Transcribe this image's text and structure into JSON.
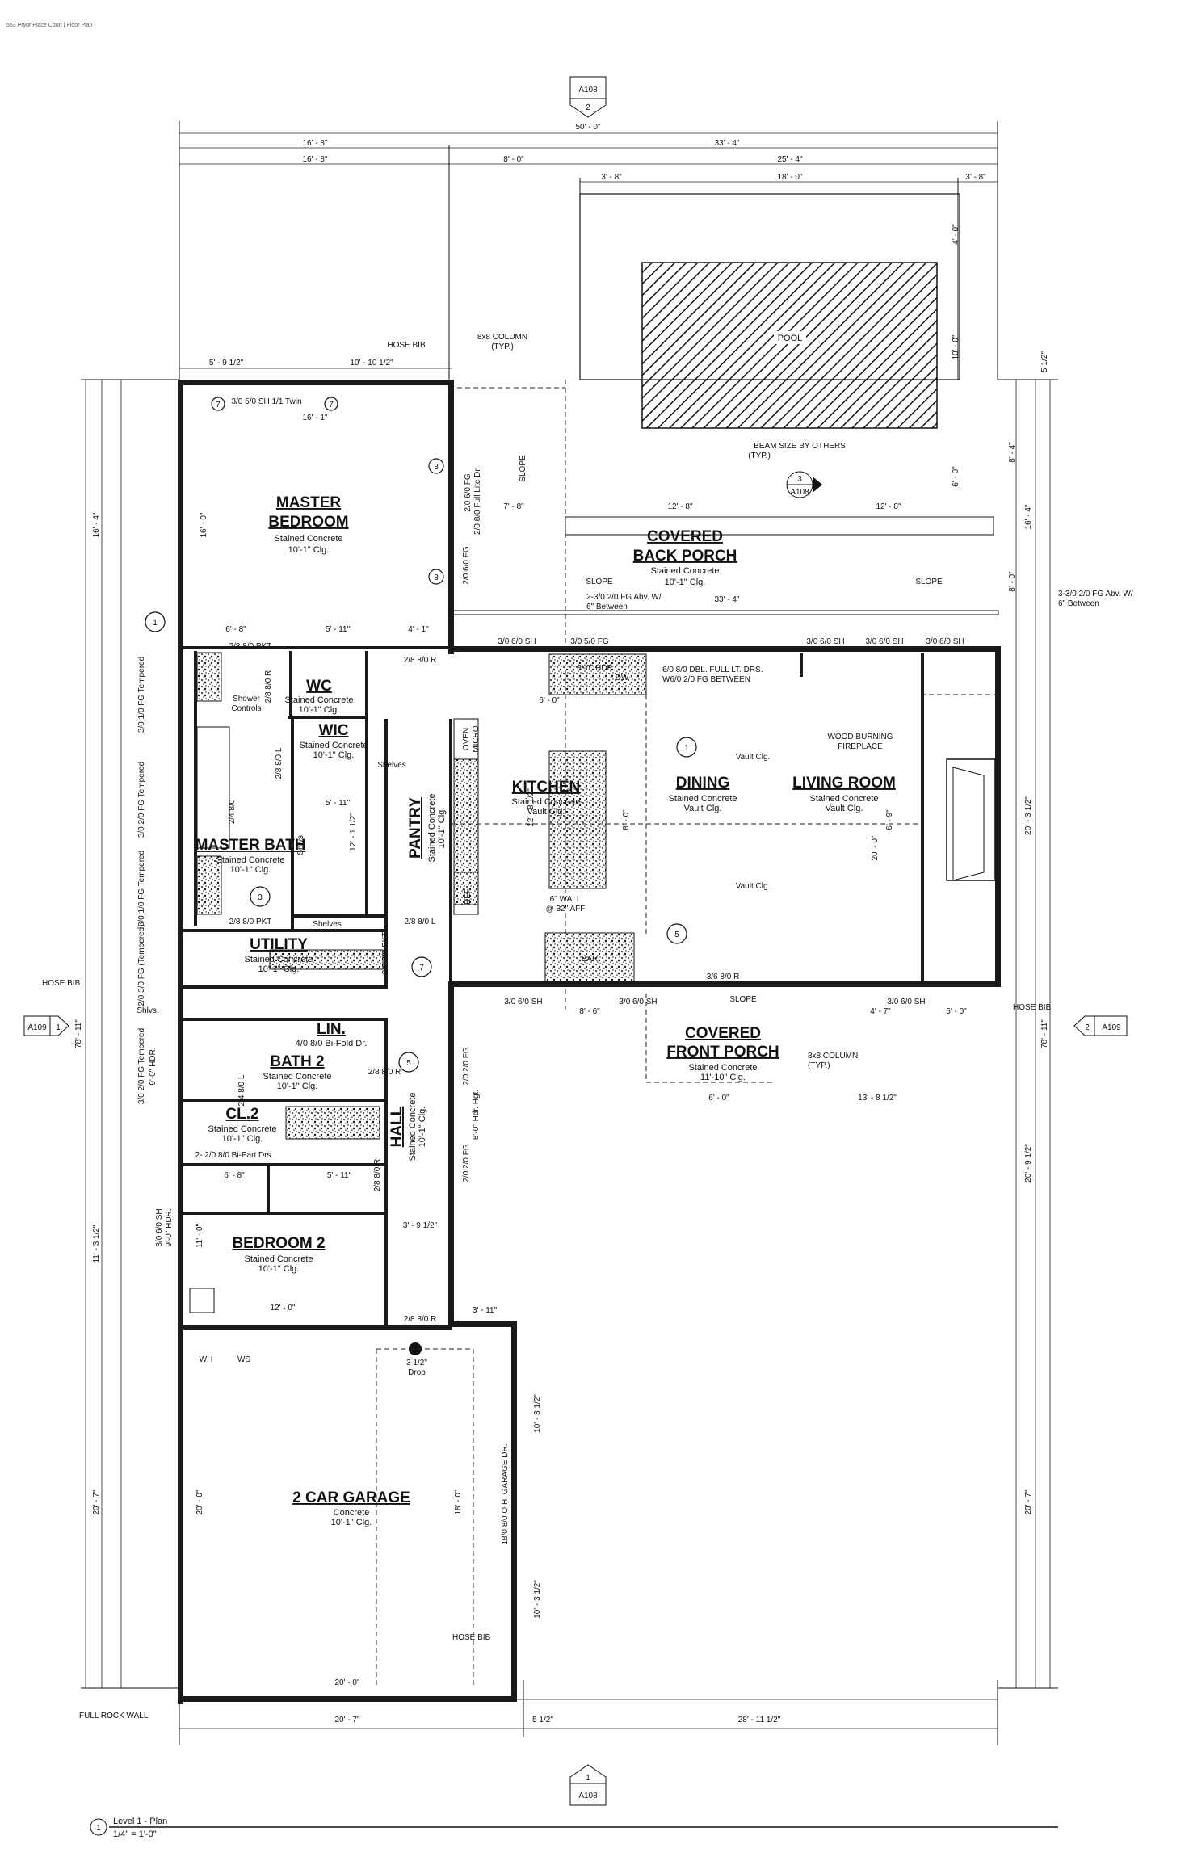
{
  "header": {
    "note": "553 Pryor Place Court | Floor Plan"
  },
  "title_block": {
    "number": "1",
    "title": "Level 1 - Plan",
    "scale": "1/4\" = 1'-0\""
  },
  "section_markers": {
    "top": {
      "sheet": "A108",
      "num": "2"
    },
    "bottom": {
      "sheet": "A108",
      "num": "1"
    },
    "left": {
      "sheet": "A109",
      "num": "1"
    },
    "right": {
      "sheet": "A109",
      "num": "2"
    },
    "beam": {
      "sheet": "A108",
      "num": "3"
    }
  },
  "rooms": {
    "master_bedroom": {
      "name1": "MASTER",
      "name2": "BEDROOM",
      "floor": "Stained Concrete",
      "ceiling": "10'-1\" Clg."
    },
    "wc": {
      "name": "WC",
      "floor": "Stained Concrete",
      "ceiling": "10'-1\" Clg."
    },
    "wic": {
      "name": "WIC",
      "floor": "Stained Concrete",
      "ceiling": "10'-1\" Clg."
    },
    "master_bath": {
      "name": "MASTER BATH",
      "floor": "Stained Concrete",
      "ceiling": "10'-1\" Clg."
    },
    "pantry": {
      "name": "PANTRY",
      "floor": "Stained Concrete",
      "ceiling": "10'-1\" Clg."
    },
    "kitchen": {
      "name": "KITCHEN",
      "floor": "Stained Concrete",
      "ceiling": "Vault Clg."
    },
    "dining": {
      "name": "DINING",
      "floor": "Stained Concrete",
      "ceiling": "Vault Clg."
    },
    "living_room": {
      "name": "LIVING ROOM",
      "floor": "Stained Concrete",
      "ceiling": "Vault Clg."
    },
    "covered_back_porch": {
      "name1": "COVERED",
      "name2": "BACK PORCH",
      "floor": "Stained Concrete",
      "ceiling": "10'-1\" Clg."
    },
    "utility": {
      "name": "UTILITY",
      "floor": "Stained Concrete",
      "ceiling": "10'-1\" Clg."
    },
    "lin": {
      "name": "LIN.",
      "door": "4/0 8/0 Bi-Fold Dr."
    },
    "bath_2": {
      "name": "BATH 2",
      "floor": "Stained Concrete",
      "ceiling": "10'-1\" Clg."
    },
    "cl_2": {
      "name": "CL.2",
      "floor": "Stained Concrete",
      "ceiling": "10'-1\" Clg."
    },
    "hall": {
      "name": "HALL",
      "floor": "Stained Concrete",
      "ceiling": "10'-1\" Clg."
    },
    "bedroom_2": {
      "name": "BEDROOM 2",
      "floor": "Stained Concrete",
      "ceiling": "10'-1\" Clg."
    },
    "covered_front_porch": {
      "name1": "COVERED",
      "name2": "FRONT PORCH",
      "floor": "Stained Concrete",
      "ceiling": "11'-10\" Clg."
    },
    "garage": {
      "name": "2 CAR GARAGE",
      "floor": "Concrete",
      "ceiling": "10'-1\" Clg."
    },
    "pool": {
      "name": "POOL"
    }
  },
  "notes": {
    "hose_bib": "HOSE BIB",
    "column_8x8": "8x8 COLUMN",
    "typ": "(TYP.)",
    "beam_size": "BEAM SIZE BY OTHERS",
    "slope": "SLOPE",
    "wood_burning": "WOOD BURNING",
    "fireplace": "FIREPLACE",
    "full_rock_wall": "FULL ROCK WALL",
    "wall_6": "6\" WALL",
    "wall_6_aff": "@ 32\" AFF",
    "bar": "BAR",
    "oven": "OVEN",
    "micro": "MICRO",
    "ref": "REF",
    "dw": "DW",
    "shelves": "Shelves",
    "shlvs": "Shlvs.",
    "shower_controls1": "Shower",
    "shower_controls2": "Controls",
    "wh": "WH",
    "ws": "WS",
    "drop1": "3 1/2\"",
    "drop2": "Drop",
    "shlvs_util": "Shlvs.",
    "porch_windows": "3-3/0 2/0 FG Abv. W/",
    "porch_windows2": "6\" Between",
    "kitchen_windows": "2-3/0 2/0 FG Abv. W/",
    "kitchen_windows2": "6\" Between",
    "dbl_door1": "6/0 8/0 DBL. FULL LT. DRS.",
    "dbl_door2": "W6/0 2/0 FG BETWEEN",
    "kitchen_hdr": "8'-0\" HDR.",
    "vault_clg": "Vault Clg."
  },
  "openings": {
    "master_window": "3/0 5/0 SH 1/1 Twin",
    "master_door": "2/0 6/0 FG",
    "full_lite": "2/0 8/0 Full Lite Dr.",
    "fg_206": "2/0 6/0 FG",
    "pkt_mb": "2/8 8/0 PKT",
    "door_r_mb": "2/8 8/0 R",
    "wc_door": "2/8 8/0 R",
    "wic_door": "2/8 8/0 L",
    "bath_door": "2/4 8/0",
    "pkt_util": "2/8 8/0 PKT",
    "util_door": "2/8 8/0 L",
    "pkt_pantry": "2/8 8/0 PKT",
    "sh_b1": "3/0 6/0 SH",
    "fg_b1": "3/0 5/0 FG",
    "sh_l1": "3/0 6/0 SH",
    "sh_l2": "3/0 6/0 SH",
    "sh_l3": "3/0 6/0 SH",
    "front_sh1": "3/0 6/0 SH",
    "front_sh2": "3/0 6/0 SH",
    "front_sh3": "3/0 6/0 SH",
    "front_door": "3/6 8/0 R",
    "hall_fg1": "2/0 2/0 FG",
    "hall_fg2": "2/0 2/0 FG",
    "hall_hdr": "8'-0\" Hdr. Hgt.",
    "bath2_door": "2/4 8/0 L",
    "bath2_door2": "2/8 8/0 R",
    "cl2_doors": "2- 2/0 8/0 Bi-Part Drs.",
    "bed2_door": "2/8 8/0 R",
    "bed2_window": "3/0 6/0 SH",
    "bed2_hdr": "9'-0\" HDR.",
    "garage_door": "18/0 8/0 O.H. GARAGE DR.",
    "garage_entry": "2/8 8/0 R",
    "mb_tempered1": "3/0 1/0 FG Tempered",
    "mb_tempered2": "3/0 2/0 FG Tempered",
    "mb_tempered3": "3/0 1/0 FG Tempered",
    "util_tempered": "2/0 3/0 FG (Tempered)",
    "util_fg": "3/0 2/0 FG Tempered",
    "hdr_9": "9'-0\" HDR."
  },
  "dimensions": {
    "overall": "50' - 0\"",
    "top_left": "16' - 8\"",
    "top_right": "33' - 4\"",
    "row2_a": "16' - 8\"",
    "row2_b": "8' - 0\"",
    "row2_c": "25' - 4\"",
    "pool_a": "3' - 8\"",
    "pool_b": "18' - 0\"",
    "pool_c": "3' - 8\"",
    "hose_a": "5' - 9 1/2\"",
    "hose_b": "10' - 10 1/2\"",
    "master_w": "16' - 1\"",
    "master_d": "16' - 0\"",
    "left_total": "78' - 11\"",
    "right_total": "78' - 11\"",
    "left_16_4": "16' - 4\"",
    "right_16_4": "16' - 4\"",
    "pool_4": "4' - 0\"",
    "pool_10": "10' - 0\"",
    "pool_6": "6' - 0\"",
    "porch_8_4": "8' - 4\"",
    "porch_8_0": "8' - 0\"",
    "porch_12_8a": "12' - 8\"",
    "porch_12_8b": "12' - 8\"",
    "porch_7_8": "7' - 8\"",
    "porch_33_4": "33' - 4\"",
    "kitchen_6_0": "6' - 0\"",
    "kitchen_12_8": "12' - 8 1/2\"",
    "kitchen_8_0": "8' - 0\"",
    "living_20_0": "20' - 0\"",
    "living_6_9": "6' - 9\"",
    "right_20_3": "20' - 3 1/2\"",
    "right_20_9": "20' - 9 1/2\"",
    "right_20_7": "20' - 7\"",
    "left_20_7": "20' - 7\"",
    "left_11_3": "11' - 3 1/2\"",
    "garage_20_0": "20' - 0\"",
    "garage_18_0": "18' - 0\"",
    "garage_10_3a": "10' - 3 1/2\"",
    "garage_10_3b": "10' - 3 1/2\"",
    "bed2_12_0": "12' - 0\"",
    "bed2_11_0": "11' - 0\"",
    "bottom_20_7": "20' - 7\"",
    "bottom_28_11": "28' - 11 1/2\"",
    "bottom_5_12": "5 1/2\"",
    "front_13_8": "13' - 8 1/2\"",
    "front_6_0": "6' - 0\"",
    "front_8_6": "8' - 6\"",
    "front_4_7": "4' - 7\"",
    "front_5_0": "5' - 0\"",
    "hall_3_9": "3' - 9 1/2\"",
    "hall_3_11": "3' - 11\"",
    "wic_5_11": "5' - 11\"",
    "mb_6_8": "6' - 8\"",
    "mb_5_11": "5' - 11\"",
    "mb_4_1": "4' - 1\"",
    "wic_12_1": "12' - 1 1/2\"",
    "bath2_5_11": "5' - 11\"",
    "cl2_6_8": "6' - 8\"",
    "small_5_1_2": "5 1/2\""
  }
}
